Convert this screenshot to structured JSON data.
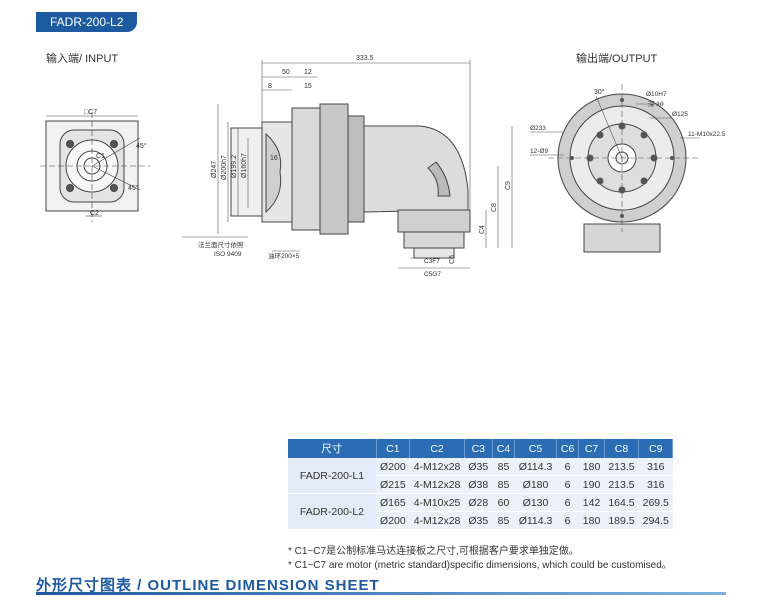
{
  "model_tab": "FADR-200-L2",
  "input_label": "输入端/ INPUT",
  "output_label": "输出端/OUTPUT",
  "drawing": {
    "input": {
      "c7": "□C7",
      "c2": "C2",
      "c1": "C1",
      "a45a": "45°",
      "a45b": "45°"
    },
    "side": {
      "d3335": "333.5",
      "d50": "50",
      "d12": "12",
      "d8": "8",
      "d15": "15",
      "d16": "16",
      "phi247": "Ø247",
      "phi200h7": "Ø200h7",
      "phi1992": "Ø199.2",
      "phi160": "Ø160h7",
      "c8": "C8",
      "c9": "C9",
      "c4": "C4",
      "c6": "C6",
      "c3": "C3F7",
      "c5": "C5G7",
      "flange_note_1": "法兰面尺寸依照",
      "flange_note_2": "ISO 9409",
      "ring_note": "油环200×5"
    },
    "output": {
      "a30": "30°",
      "phi10": "Ø10H7",
      "deep10": "深 10",
      "phi125": "Ø125",
      "phi233": "Ø233",
      "holes12": "12-Ø9",
      "holes11": "11-M10x22.5"
    }
  },
  "table": {
    "headers": [
      "尺寸",
      "C1",
      "C2",
      "C3",
      "C4",
      "C5",
      "C6",
      "C7",
      "C8",
      "C9"
    ],
    "groups": [
      {
        "model": "FADR-200-L1",
        "rows": [
          [
            "Ø200",
            "4-M12x28",
            "Ø35",
            "85",
            "Ø114.3",
            "6",
            "180",
            "213.5",
            "316"
          ],
          [
            "Ø215",
            "4-M12x28",
            "Ø38",
            "85",
            "Ø180",
            "6",
            "190",
            "213.5",
            "316"
          ]
        ]
      },
      {
        "model": "FADR-200-L2",
        "rows": [
          [
            "Ø165",
            "4-M10x25",
            "Ø28",
            "60",
            "Ø130",
            "6",
            "142",
            "164.5",
            "269.5"
          ],
          [
            "Ø200",
            "4-M12x28",
            "Ø35",
            "85",
            "Ø114.3",
            "6",
            "180",
            "189.5",
            "294.5"
          ]
        ]
      }
    ]
  },
  "notes": [
    "* C1~C7是公制标准马达连接板之尺寸,可根据客户要求单独定做。",
    "* C1~C7 are motor (metric standard)specific dimensions, which could be customised。"
  ],
  "sheet_title": "外形尺寸图表 / OUTLINE DIMENSION SHEET",
  "colors": {
    "accent": "#1e5aa0",
    "header": "#2a6db5",
    "row_bg": "#eaf1f9"
  }
}
